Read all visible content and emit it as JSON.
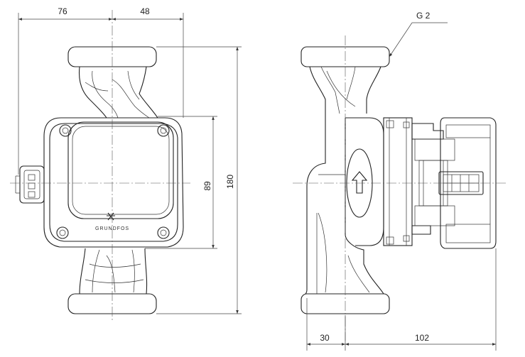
{
  "dimensions": {
    "left_width": "76",
    "right_width": "48",
    "pump_height": "180",
    "head_height": "89",
    "flange_offset": "30",
    "motor_length": "102"
  },
  "labels": {
    "thread": "G 2",
    "brand": "GRUNDFOS"
  }
}
